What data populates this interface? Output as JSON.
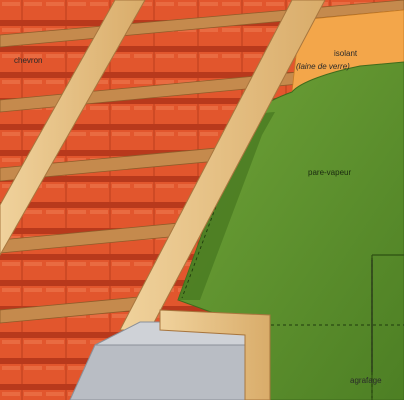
{
  "labels": {
    "chevron": "chevron",
    "isolant": "isolant",
    "isolant_detail": "(laine de verre)",
    "pare_vapeur": "pare-vapeur",
    "agrafage": "agrafage"
  },
  "colors": {
    "tile": "#e2562d",
    "tile_shadow": "#b8391c",
    "batten": "#c58a4d",
    "rafter": "#e8c58a",
    "rafter_edge": "#a8763e",
    "insulation": "#f3a64a",
    "membrane": "#5d8f2e",
    "membrane_dark": "#3f6b1c",
    "wall": "#b9bdc4"
  }
}
